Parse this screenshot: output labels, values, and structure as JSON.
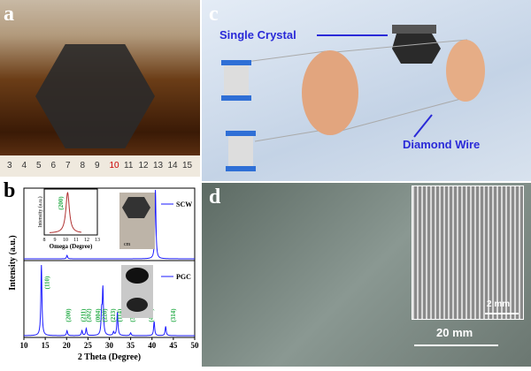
{
  "panels": {
    "a": "a",
    "b": "b",
    "c": "c",
    "d": "d"
  },
  "panel_a": {
    "ruler_numbers": [
      "3",
      "4",
      "5",
      "6",
      "7",
      "8",
      "9",
      "10",
      "11",
      "12",
      "13",
      "14",
      "15"
    ]
  },
  "panel_c": {
    "single_crystal": "Single Crystal",
    "diamond_wire": "Diamond Wire"
  },
  "panel_d": {
    "scale_main": "20 mm",
    "scale_inset": "2 mm"
  },
  "chart_data": {
    "type": "line",
    "xlabel": "2 Theta (Degree)",
    "ylabel": "Intensity (a.u.)",
    "xlim": [
      10,
      50
    ],
    "xticks": [
      "10",
      "15",
      "20",
      "25",
      "30",
      "35",
      "40",
      "45",
      "50"
    ],
    "series": [
      {
        "name": "SCW",
        "color": "#1a1aff",
        "peaks": [
          [
            20.1,
            0.05
          ],
          [
            40.8,
            1.0
          ]
        ]
      },
      {
        "name": "PGC",
        "color": "#1a1aff",
        "peaks": [
          [
            14.1,
            1.0
          ],
          [
            20.1,
            0.07
          ],
          [
            23.6,
            0.07
          ],
          [
            24.6,
            0.1
          ],
          [
            28.2,
            0.3
          ],
          [
            28.5,
            0.65
          ],
          [
            31.0,
            0.05
          ],
          [
            31.9,
            0.33
          ],
          [
            35.0,
            0.04
          ],
          [
            40.5,
            0.2
          ],
          [
            43.2,
            0.13
          ]
        ]
      }
    ],
    "peak_labels": [
      [
        "(110)",
        15.3
      ],
      [
        "(200)",
        20.3
      ],
      [
        "(211)",
        23.8
      ],
      [
        "(202)",
        25.0
      ],
      [
        "(004)",
        27.2
      ],
      [
        "(220)",
        28.8
      ],
      [
        "(213)",
        30.7
      ],
      [
        "(114)",
        32.3
      ],
      [
        "(312)",
        35.3
      ],
      [
        "(400)",
        39.6
      ],
      [
        "(314)",
        44.8
      ]
    ],
    "inset": {
      "xlabel": "Omega (Degree)",
      "ylabel": "Intensity (a.u.)",
      "label": "(200)",
      "xticks": [
        "8",
        "9",
        "10",
        "11",
        "12",
        "13"
      ],
      "peak": 10.2,
      "color": "#b03030"
    },
    "scale_text": "cm"
  }
}
